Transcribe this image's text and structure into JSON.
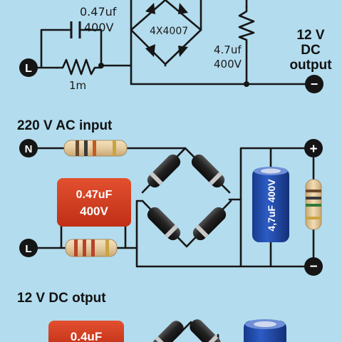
{
  "top_schematic": {
    "cap_value": "0.47uf",
    "cap_voltage": "400V",
    "bridge_label": "4X4007",
    "resistor_label": "1m",
    "filter_cap_value": "4.7uf",
    "filter_cap_voltage": "400V",
    "output_line1": "12 V",
    "output_line2": "DC",
    "output_line3": "output",
    "terminal_live": "L",
    "terminal_negative": "−"
  },
  "middle_schematic": {
    "heading": "220 V AC input",
    "terminal_neutral": "N",
    "terminal_live": "L",
    "terminal_positive": "+",
    "terminal_negative": "−",
    "cap_value": "0.47uF",
    "cap_voltage": "400V",
    "electrolytic_label": "4,7uF 400V"
  },
  "bottom_section": {
    "heading": "12 V DC otput",
    "cap_value_partial": "0.4uF"
  },
  "colors": {
    "background": "#b3dcee",
    "wire": "#161616",
    "film_cap": "#d2391f",
    "electrolytic": "#1f47a8",
    "resistor_body": "#e4caa0",
    "diode_body": "#2a2a2a",
    "terminal": "#151515"
  }
}
